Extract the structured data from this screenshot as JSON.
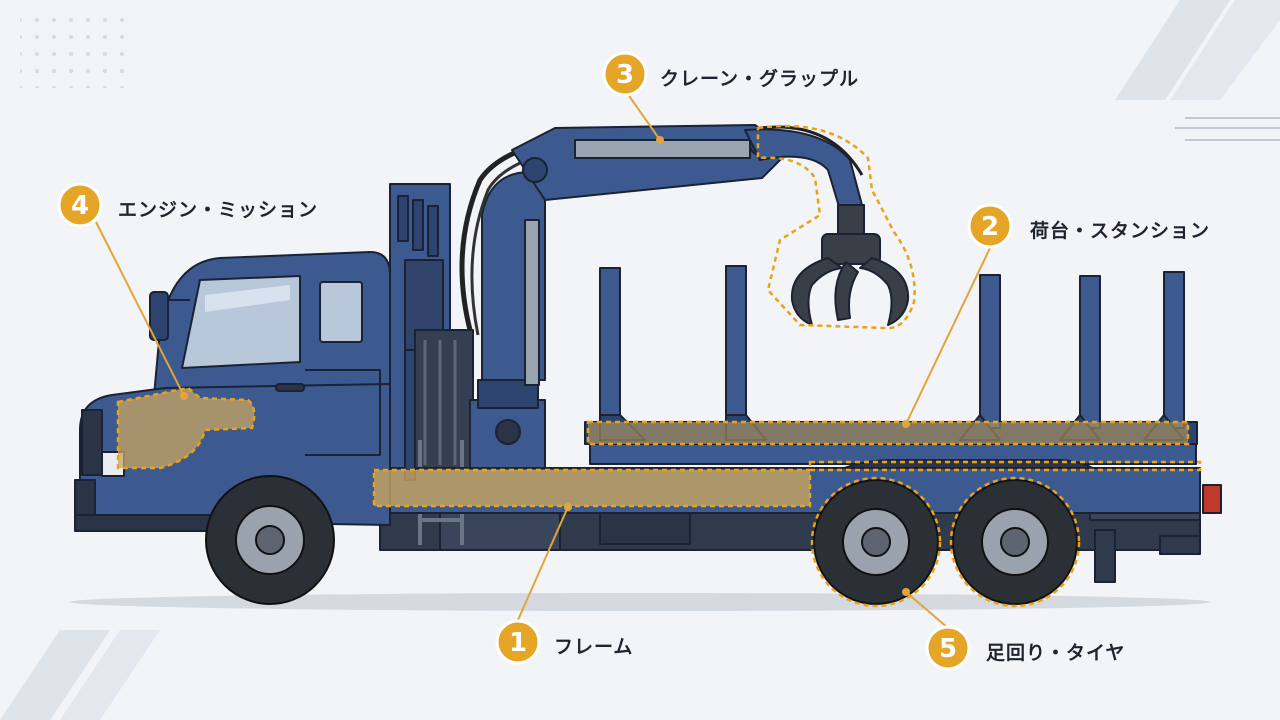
{
  "colors": {
    "background": "#f2f4f7",
    "truck_body": "#3c5a8f",
    "truck_dark": "#2b3f66",
    "highlight_fill": "#c9a560",
    "highlight_stroke": "#e8a317",
    "badge": "#e5a526",
    "leader": "#e2a53a"
  },
  "callouts": [
    {
      "number": "1",
      "label": "フレーム",
      "part": "frame"
    },
    {
      "number": "2",
      "label": "荷台・スタンション",
      "part": "bed-stanchions"
    },
    {
      "number": "3",
      "label": "クレーン・グラップル",
      "part": "crane-grapple"
    },
    {
      "number": "4",
      "label": "エンジン・ミッション",
      "part": "engine-transmission"
    },
    {
      "number": "5",
      "label": "足回り・タイヤ",
      "part": "suspension-tires"
    }
  ]
}
